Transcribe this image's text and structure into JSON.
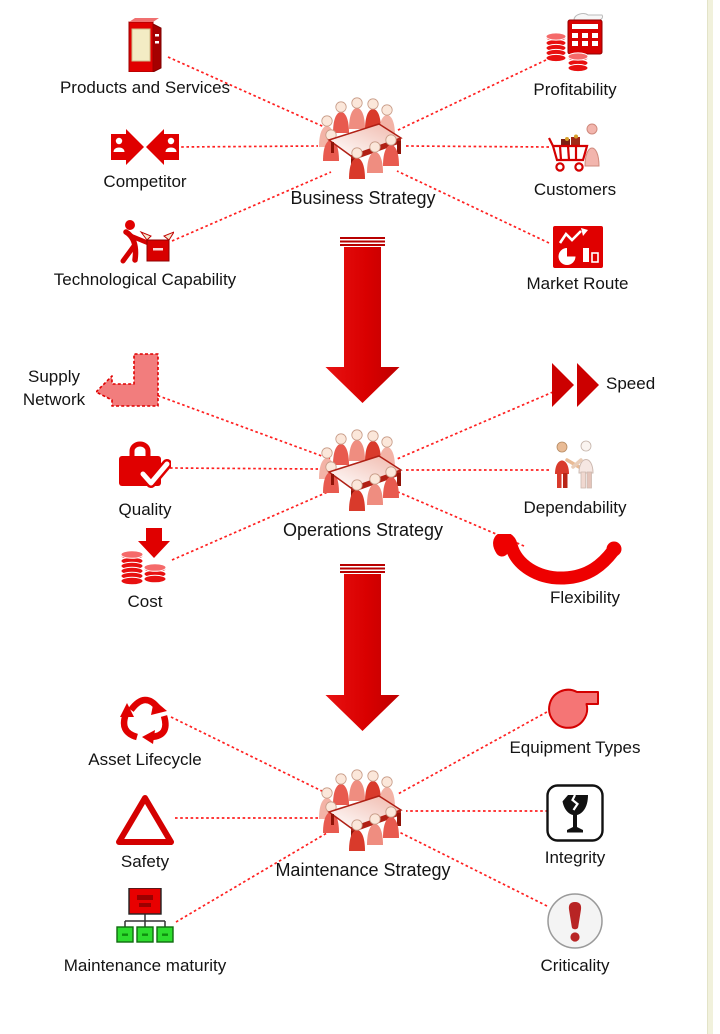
{
  "diagram": {
    "title_hidden": "",
    "hubs": {
      "business": "Business Strategy",
      "operations": "Operations Strategy",
      "maintenance": "Maintenance Strategy"
    },
    "factors": {
      "products": "Products and Services",
      "competitor": "Competitor",
      "tech": "Technological Capability",
      "profitability": "Profitability",
      "customers": "Customers",
      "market_route": "Market Route",
      "supply": "Supply Network",
      "quality": "Quality",
      "cost": "Cost",
      "speed": "Speed",
      "dependability": "Dependability",
      "flexibility": "Flexibility",
      "asset": "Asset Lifecycle",
      "safety": "Safety",
      "maturity": "Maintenance maturity",
      "equipment": "Equipment Types",
      "integrity": "Integrity",
      "criticality": "Criticality"
    },
    "colors": {
      "accent_red": "#e00000",
      "dark_red": "#b02015",
      "connector_red": "#ff2020",
      "arrow_red": "#d90000",
      "green_box": "#2ecc2e",
      "cream_strip": "#f1f1dc",
      "text": "#141414"
    }
  }
}
